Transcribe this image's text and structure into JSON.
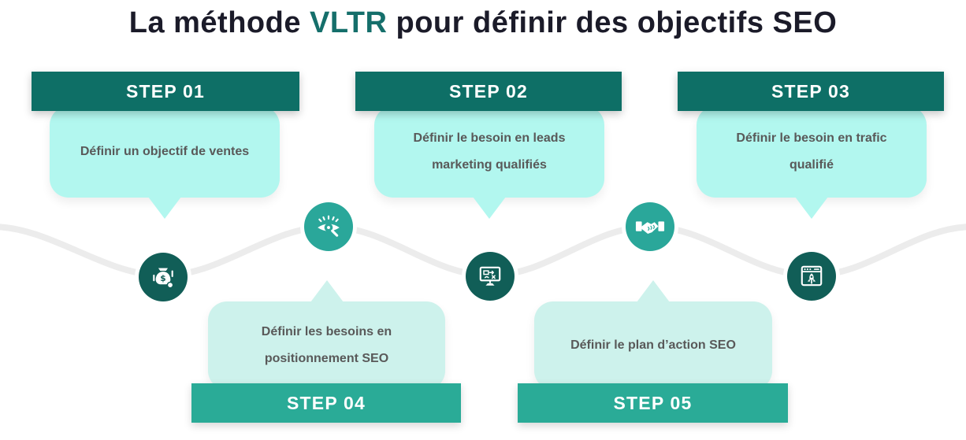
{
  "title": {
    "pre": "La méthode ",
    "highlight": "VLTR",
    "post": " pour définir des objectifs SEO"
  },
  "steps": [
    {
      "label": "STEP 01",
      "lines": [
        "Définir un objectif de ventes"
      ],
      "icon": "money-bag-icon"
    },
    {
      "label": "STEP 02",
      "lines": [
        "Définir le besoin en leads",
        "marketing qualifiés"
      ],
      "icon": "monitor-diagram-icon"
    },
    {
      "label": "STEP 03",
      "lines": [
        "Définir le besoin en trafic",
        "qualifié"
      ],
      "icon": "browser-rocket-icon"
    },
    {
      "label": "STEP 04",
      "lines": [
        "Définir les besoins en",
        "positionnement SEO"
      ],
      "icon": "eye-magnifier-icon"
    },
    {
      "label": "STEP 05",
      "lines": [
        "Définir le plan d’action SEO"
      ],
      "icon": "handshake-icon"
    }
  ],
  "timeline_icons_left_to_right": [
    "money-bag-icon",
    "eye-magnifier-icon",
    "monitor-diagram-icon",
    "handshake-icon",
    "browser-rocket-icon"
  ],
  "colors": {
    "header_top": "#0e6f66",
    "header_bottom": "#2aab97",
    "bubble_top": "#b2f7ef",
    "bubble_bottom": "#cdf2ec",
    "circle_dark": "#115e57",
    "circle_mid": "#2aa79a",
    "wave": "#ececec",
    "bubble_text": "#595959",
    "title_dark": "#1b1b29",
    "title_accent": "#156f6b"
  }
}
